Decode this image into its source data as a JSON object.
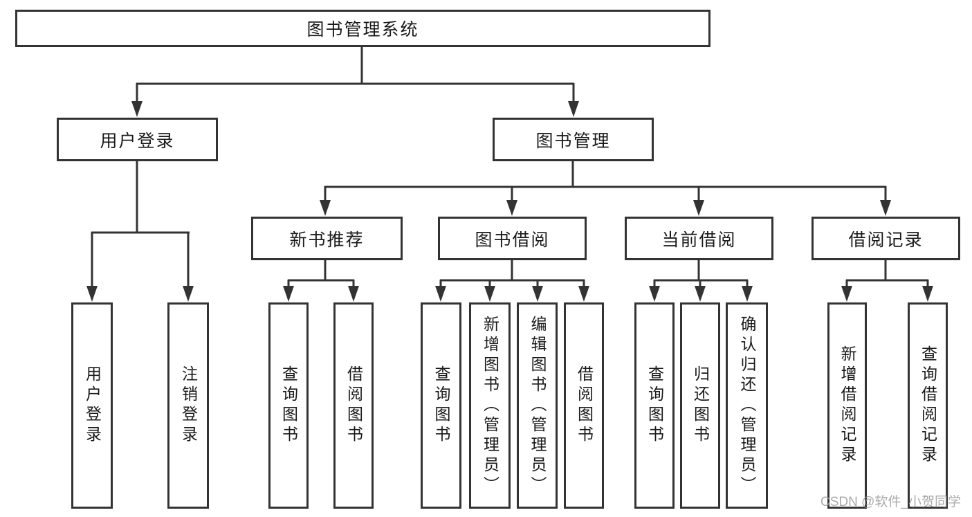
{
  "diagram": {
    "root": {
      "label": "图书管理系统"
    },
    "level2": [
      {
        "label": "用户登录"
      },
      {
        "label": "图书管理"
      }
    ],
    "level3": [
      {
        "label": "新书推荐"
      },
      {
        "label": "图书借阅"
      },
      {
        "label": "当前借阅"
      },
      {
        "label": "借阅记录"
      }
    ],
    "leaves": {
      "user_login": [
        "用户登录",
        "注销登录"
      ],
      "new_book": [
        "查询图书",
        "借阅图书"
      ],
      "book_borrow": [
        "查询图书",
        "新增图书（管理员）",
        "编辑图书（管理员）",
        "借阅图书"
      ],
      "current_borrow": [
        "查询图书",
        "归还图书",
        "确认归还（管理员）"
      ],
      "borrow_record": [
        "新增借阅记录",
        "查询借阅记录"
      ]
    }
  },
  "watermark": {
    "text": "CSDN @软件_小贺同学"
  }
}
